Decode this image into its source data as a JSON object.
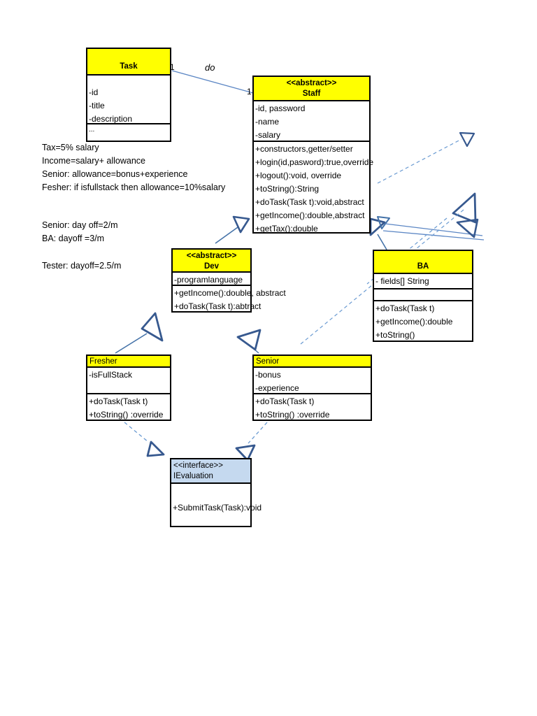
{
  "diagram": {
    "title": "Staff management UML class diagram",
    "colors": {
      "class_header": "#ffff00",
      "interface_header": "#c5d9ef",
      "border": "#000000",
      "connector": "#4472a8",
      "background": "#ffffff"
    }
  },
  "classes": {
    "task": {
      "name": "Task",
      "stereotype": "",
      "attributes": [
        "-id",
        "-title",
        "-description"
      ],
      "extra": [
        "..."
      ]
    },
    "staff": {
      "stereotype": "<<abstract>>",
      "name": "Staff",
      "attributes": [
        "-id, password",
        "-name",
        "-salary"
      ],
      "methods": [
        "+constructors,getter/setter",
        "+login(id,pasword):true,override",
        "+logout():void, override",
        "+toString():String",
        "+doTask(Task t):void,abstract",
        "+getIncome():double,abstract",
        "+getTax():double"
      ]
    },
    "dev": {
      "stereotype": "<<abstract>>",
      "name": "Dev",
      "attributes": [
        "-programlanguage"
      ],
      "methods": [
        "+getIncome():double, abstract",
        "+doTask(Task t):abtract"
      ]
    },
    "ba": {
      "stereotype": "",
      "name": "BA",
      "attributes": [
        "- fields[] String"
      ],
      "empty_compartment": " ",
      "methods": [
        "+doTask(Task t)",
        "+getIncome():double",
        "+toString()"
      ]
    },
    "fresher": {
      "name": "Fresher",
      "attributes_blank": " ",
      "attributes": [
        "-isFullStack"
      ],
      "methods": [
        "+doTask(Task t)",
        "+toString() :override"
      ]
    },
    "senior": {
      "name": "Senior",
      "attributes": [
        "-bonus",
        "-experience"
      ],
      "methods": [
        "+doTask(Task t)",
        "+toString() :override"
      ]
    },
    "ievaluation": {
      "stereotype": "<<interface>>",
      "name": "IEvaluation",
      "methods": [
        "+SubmitTask(Task):void"
      ]
    }
  },
  "notes": {
    "group_one": [
      "Tax=5% salary",
      "Income=salary+ allowance",
      "Senior: allowance=bonus+experience",
      "Fesher: if isfullstack then allowance=10%salary"
    ],
    "group_two": [
      "Senior: day off=2/m",
      "BA: dayoff =3/m"
    ],
    "group_three": [
      "Tester: dayoff=2.5/m"
    ]
  },
  "edge_labels": {
    "task_multiplicity": "1",
    "staff_multiplicity": "1",
    "association_name": "do"
  }
}
